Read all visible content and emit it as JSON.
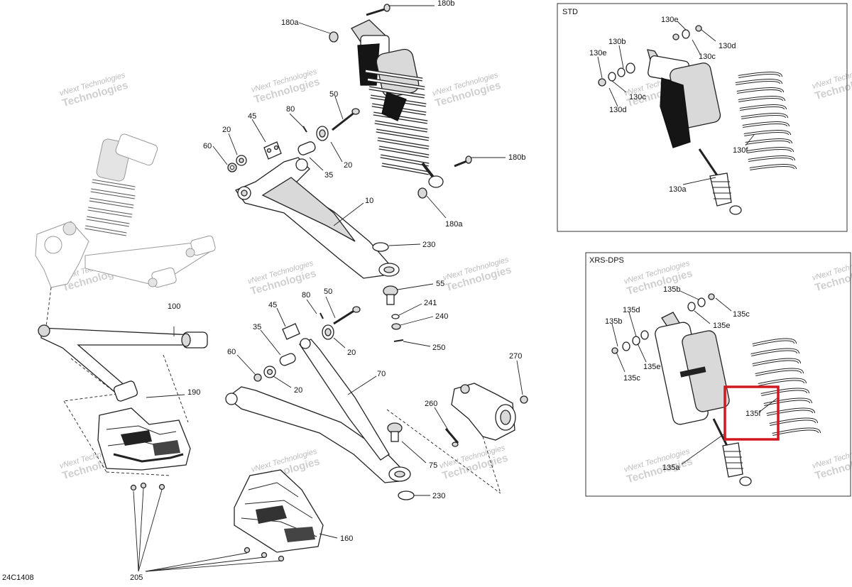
{
  "diagram": {
    "drawing_id": "24C1408",
    "watermark_line1": "vNext Technologies",
    "watermark_line2": "Technologies",
    "insets": {
      "std": {
        "title": "STD"
      },
      "xrs": {
        "title": "XRS-DPS"
      }
    },
    "labels": {
      "p180a_top": "180a",
      "p180b_top": "180b",
      "p180b_mid": "180b",
      "p180a_bot": "180a",
      "p50_up": "50",
      "p80_up": "80",
      "p45_up": "45",
      "p20_up_l": "20",
      "p60_up": "60",
      "p35_up": "35",
      "p20_up_r": "20",
      "p10": "10",
      "p230_up": "230",
      "p55": "55",
      "p241": "241",
      "p240": "240",
      "p250": "250",
      "p100": "100",
      "p190": "190",
      "p80_low": "80",
      "p50_low": "50",
      "p45_low": "45",
      "p35_low": "35",
      "p20_low_r": "20",
      "p60_low": "60",
      "p20_low_l": "20",
      "p70": "70",
      "p270": "270",
      "p260": "260",
      "p75": "75",
      "p230_low": "230",
      "p160": "160",
      "p205": "205",
      "p130e_top": "130e",
      "p130d_top": "130d",
      "p130b": "130b",
      "p130c_top": "130c",
      "p130e_left": "130e",
      "p130c_bot": "130c",
      "p130d_bot": "130d",
      "p130f": "130f",
      "p130a": "130a",
      "p135b_top": "135b",
      "p135c_top": "135c",
      "p135e_top": "135e",
      "p135d": "135d",
      "p135b_left": "135b",
      "p135e_bot": "135e",
      "p135c_bot": "135c",
      "p135f": "135f",
      "p135a": "135a"
    },
    "highlight": {
      "label": "135f",
      "color": "#d0181e"
    }
  }
}
